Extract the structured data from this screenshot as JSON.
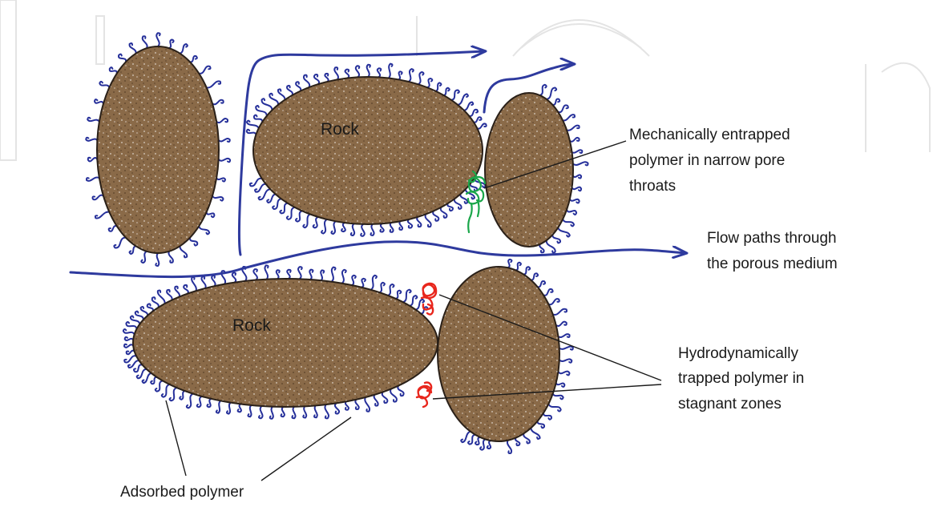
{
  "rocks": [
    {
      "id": "rock-top-left",
      "label": ""
    },
    {
      "id": "rock-top-middle",
      "label": "Rock"
    },
    {
      "id": "rock-top-right",
      "label": ""
    },
    {
      "id": "rock-bottom-left",
      "label": "Rock"
    },
    {
      "id": "rock-bottom-right",
      "label": ""
    }
  ],
  "annotations": {
    "mechanical": [
      "Mechanically entrapped",
      "polymer in narrow pore",
      "throats"
    ],
    "flow": [
      "Flow paths through",
      "the porous medium"
    ],
    "hydro": [
      "Hydrodynamically",
      "trapped polymer in",
      "stagnant zones"
    ],
    "adsorbed": [
      "Adsorbed polymer"
    ]
  },
  "colors": {
    "rock_fill": "#8a6a48",
    "rock_speckle": "#5a4128",
    "adsorbed_polymer": "#26309a",
    "flow_path": "#2e3a9e",
    "mechanical_entrapped": "#1aa64a",
    "hydrodynamic_trapped": "#e8261c",
    "watermark": "#e4e4e4"
  }
}
